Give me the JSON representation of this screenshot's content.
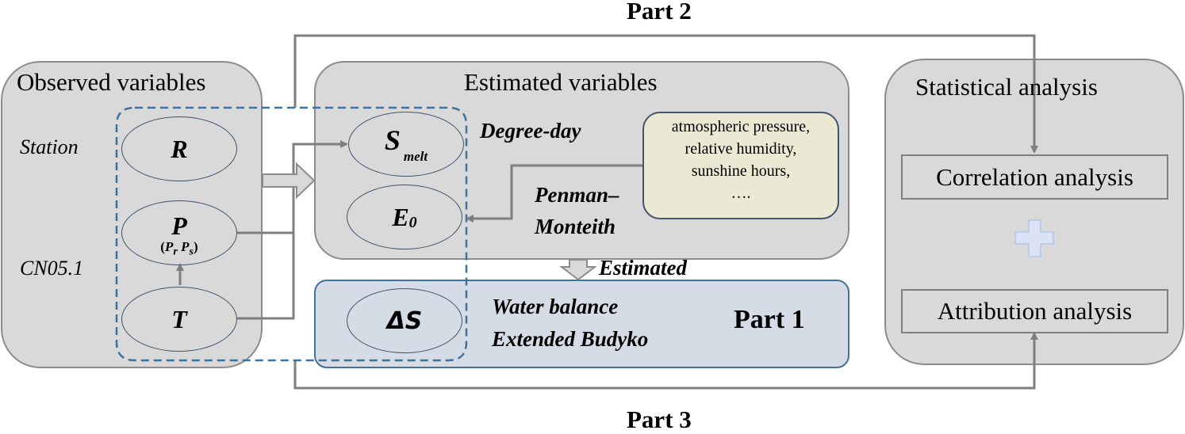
{
  "parts": {
    "part1": "Part 1",
    "part2": "Part 2",
    "part3": "Part 3"
  },
  "observed": {
    "title": "Observed variables",
    "sources": [
      "Station",
      "CN05.1"
    ],
    "vars": {
      "R": "R",
      "P": "P",
      "P_sub_open": "(",
      "P_r": "P",
      "P_r_sub": "r",
      "P_s": "P",
      "P_s_sub": "s",
      "P_sub_close": ")",
      "T": "T"
    }
  },
  "estimated": {
    "title": "Estimated variables",
    "smelt_main": "S",
    "smelt_sub": "melt",
    "e0_main": "E",
    "e0_sub": "0",
    "degree_day": "Degree-day",
    "penman_line1": "Penman–",
    "penman_line2": "Monteith",
    "inputs": [
      "atmospheric pressure,",
      "relative  humidity,",
      "sunshine hours,",
      "…."
    ],
    "arrow_label": "Estimated"
  },
  "part1_box": {
    "delta_s": "ΔS",
    "method_line1": "Water balance",
    "method_line2": "Extended Budyko"
  },
  "statistical": {
    "title": "Statistical analysis",
    "correlation": "Correlation analysis",
    "attribution": "Attribution analysis",
    "plus_icon": "plus-icon"
  },
  "colors": {
    "panel_fill": "#d9d9d9",
    "panel_border": "#8c8c8c",
    "connector": "#7f7f7f",
    "dashed_blue": "#41719c",
    "part1_fill": "#d6dce5",
    "part1_border": "#41719c",
    "inputs_fill": "#ebe8d4",
    "plus_fill": "#dae3f3",
    "plus_border": "#b4c7e7"
  }
}
